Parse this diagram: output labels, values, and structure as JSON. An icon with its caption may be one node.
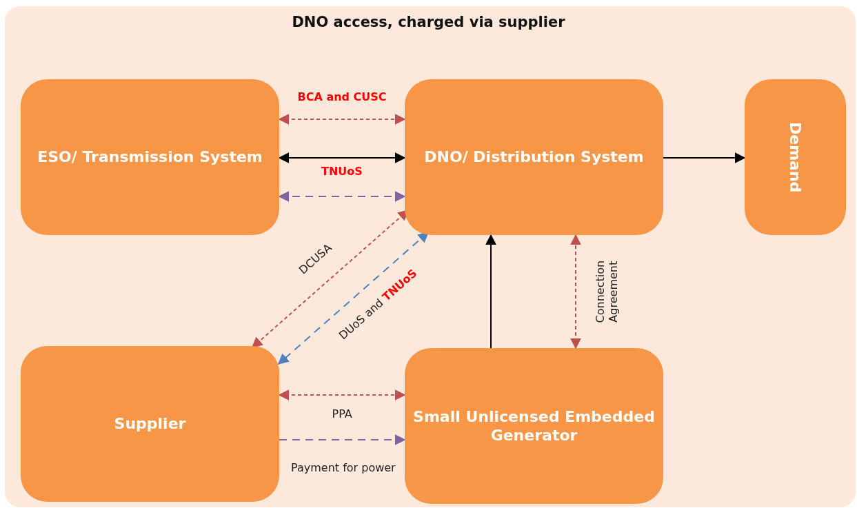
{
  "diagram": {
    "title": "DNO access, charged via supplier",
    "nodes": [
      {
        "text": [
          "ESO/ Transmission System"
        ]
      },
      {
        "text": [
          "DNO/ Distribution System"
        ]
      },
      {
        "text": [
          "Demand"
        ]
      },
      {
        "text": [
          "Supplier"
        ]
      },
      {
        "text": [
          "Small Unlicensed Embedded Generator"
        ]
      }
    ],
    "edges": [
      {
        "from": 0,
        "to": 1,
        "arrow": "both",
        "style": "dashed",
        "color": "#c0504d",
        "label": "BCA and CUSC"
      },
      {
        "from": 0,
        "to": 1,
        "arrow": "both",
        "color": "#000000",
        "label": "TNUoS"
      },
      {
        "from": 0,
        "to": 1,
        "arrow": "both",
        "style": "dashed",
        "color": "#8064a2"
      },
      {
        "from": 1,
        "to": 2,
        "arrow": "to",
        "color": "#000000"
      },
      {
        "from": 1,
        "to": 3,
        "arrow": "both",
        "style": "dashed",
        "color": "#c0504d",
        "label": "DCUSA"
      },
      {
        "from": 1,
        "to": 3,
        "arrow": "both",
        "style": "dashed",
        "color": "#4f81bd",
        "label": "DUoS and **TNUoS**"
      },
      {
        "from": 3,
        "to": 4,
        "arrow": "both",
        "style": "dashed",
        "color": "#c0504d",
        "label": "PPA"
      },
      {
        "from": 3,
        "to": 4,
        "arrow": "to",
        "style": "dashed",
        "color": "#8064a2",
        "label": "Payment for power"
      },
      {
        "from": 4,
        "to": 1,
        "arrow": "to",
        "color": "#000000"
      },
      {
        "from": 4,
        "to": 1,
        "arrow": "both",
        "style": "dashed",
        "color": "#c0504d",
        "label": "Connection Agreement"
      }
    ]
  }
}
